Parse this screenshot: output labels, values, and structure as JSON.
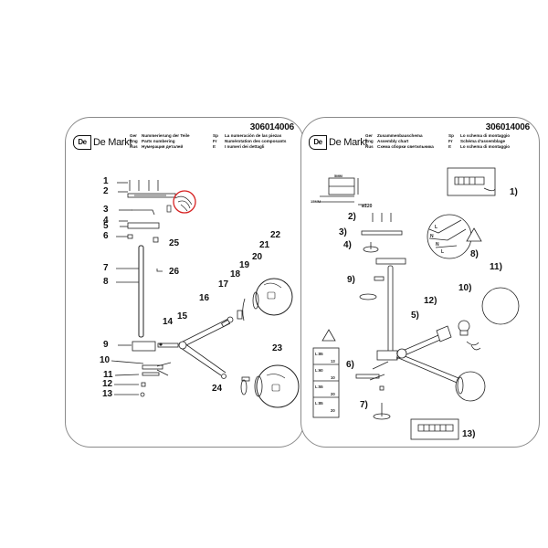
{
  "brand": "De Markt",
  "brand_mark": "De",
  "left_page": {
    "code": "306014006",
    "langs": [
      {
        "code": "Ger",
        "text": "Nummerierung der Teile"
      },
      {
        "code": "Sp",
        "text": "La numeración de las piezas"
      },
      {
        "code": "Eng",
        "text": "Parts numbering"
      },
      {
        "code": "Fr",
        "text": "Numérotation des composants"
      },
      {
        "code": "Rus",
        "text": "Нумерация деталей"
      },
      {
        "code": "It",
        "text": "I numeri dei dettagli"
      }
    ],
    "part_numbers": [
      "1",
      "2",
      "3",
      "4",
      "5",
      "6",
      "7",
      "8",
      "9",
      "10",
      "11",
      "12",
      "13",
      "14",
      "15",
      "16",
      "17",
      "18",
      "19",
      "20",
      "21",
      "22",
      "23",
      "24",
      "25",
      "26"
    ]
  },
  "right_page": {
    "code": "306014006",
    "langs": [
      {
        "code": "Ger",
        "text": "Zusammenbauschema"
      },
      {
        "code": "Sp",
        "text": "Lo schema di montaggio"
      },
      {
        "code": "Eng",
        "text": "Assembly chart"
      },
      {
        "code": "Fr",
        "text": "Schéma d'assemblage"
      },
      {
        "code": "Rus",
        "text": "Схема сборки светильника"
      },
      {
        "code": "It",
        "text": "Lo schema di montaggio"
      }
    ],
    "steps": [
      "1)",
      "2)",
      "3)",
      "4)",
      "5)",
      "6)",
      "7)",
      "8)",
      "9)",
      "10)",
      "11)",
      "12)",
      "13)"
    ],
    "dims": {
      "d1": "5MM",
      "d2": "15MM",
      "d3": "ø120"
    },
    "wire_labels": [
      "L",
      "N",
      "N",
      "L"
    ],
    "table_labels": [
      "L:85",
      "13",
      "L:60",
      "10",
      "L:55",
      "20",
      "L:85",
      "20"
    ]
  }
}
